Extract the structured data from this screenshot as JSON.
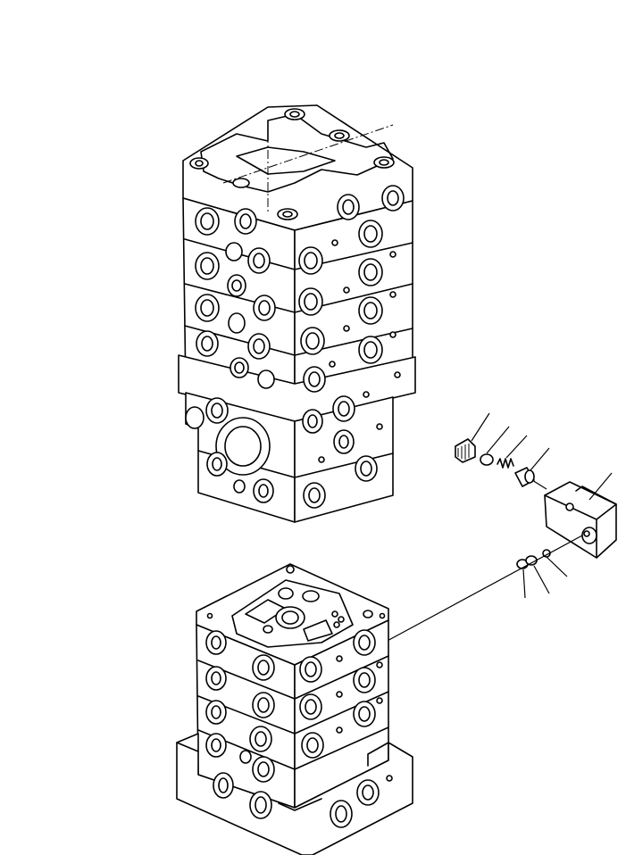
{
  "diagram": {
    "type": "exploded-parts-view",
    "assemblies": [
      "upper-control-valve-assembly",
      "lower-control-valve-assembly",
      "valve-cover-block"
    ],
    "callout_leader_count": 7,
    "callout_numbers_printed": false
  }
}
